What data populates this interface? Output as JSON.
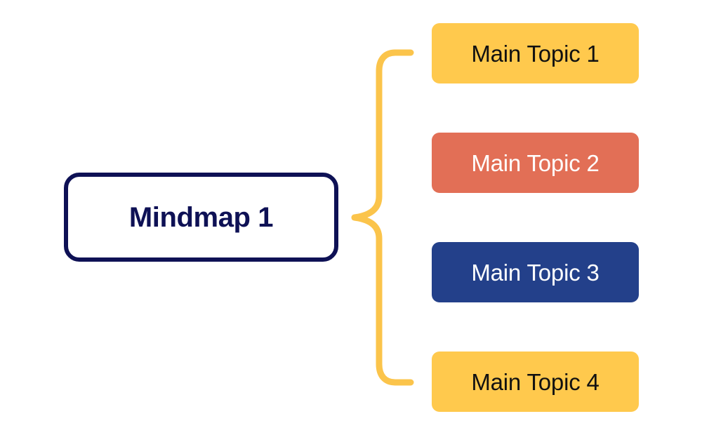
{
  "diagram": {
    "title": "Mindmap 1",
    "type": "mindmap",
    "background_color": "#FFFFFF",
    "root": {
      "label": "Mindmap 1",
      "text_color": "#0E1155",
      "border_color": "#0E1155",
      "fill_color": "#FFFFFF"
    },
    "connector": {
      "name": "curly-brace-connector",
      "color": "#FBC44B",
      "stroke_width": 9
    },
    "topics": [
      {
        "label": "Main Topic 1",
        "fill_color": "#FFC94D",
        "text_color": "#111111"
      },
      {
        "label": "Main Topic 2",
        "fill_color": "#E26F56",
        "text_color": "#FFFFFF"
      },
      {
        "label": "Main Topic 3",
        "fill_color": "#23408A",
        "text_color": "#FFFFFF"
      },
      {
        "label": "Main Topic 4",
        "fill_color": "#FFC94D",
        "text_color": "#111111"
      }
    ]
  }
}
